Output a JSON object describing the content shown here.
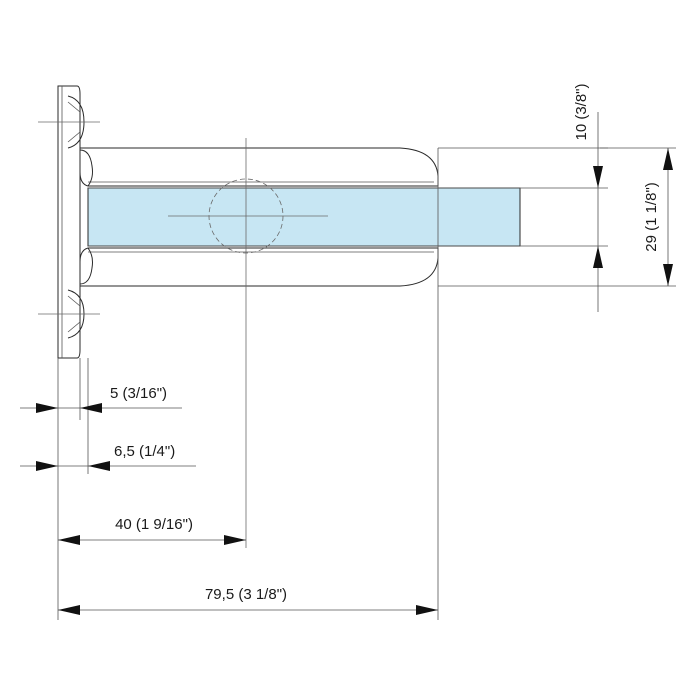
{
  "colors": {
    "glass": "#c7e6f3",
    "line": "#2a2a2a",
    "background": "#ffffff"
  },
  "dimensions": {
    "thickness_10": "10 (3/8\")",
    "thickness_29": "29 (1  1/8\")",
    "offset_5": "5 (3/16\")",
    "offset_6_5": "6,5 (1/4\")",
    "center_40": "40 (1  9/16\")",
    "length_79_5": "79,5 (3  1/8\")"
  }
}
